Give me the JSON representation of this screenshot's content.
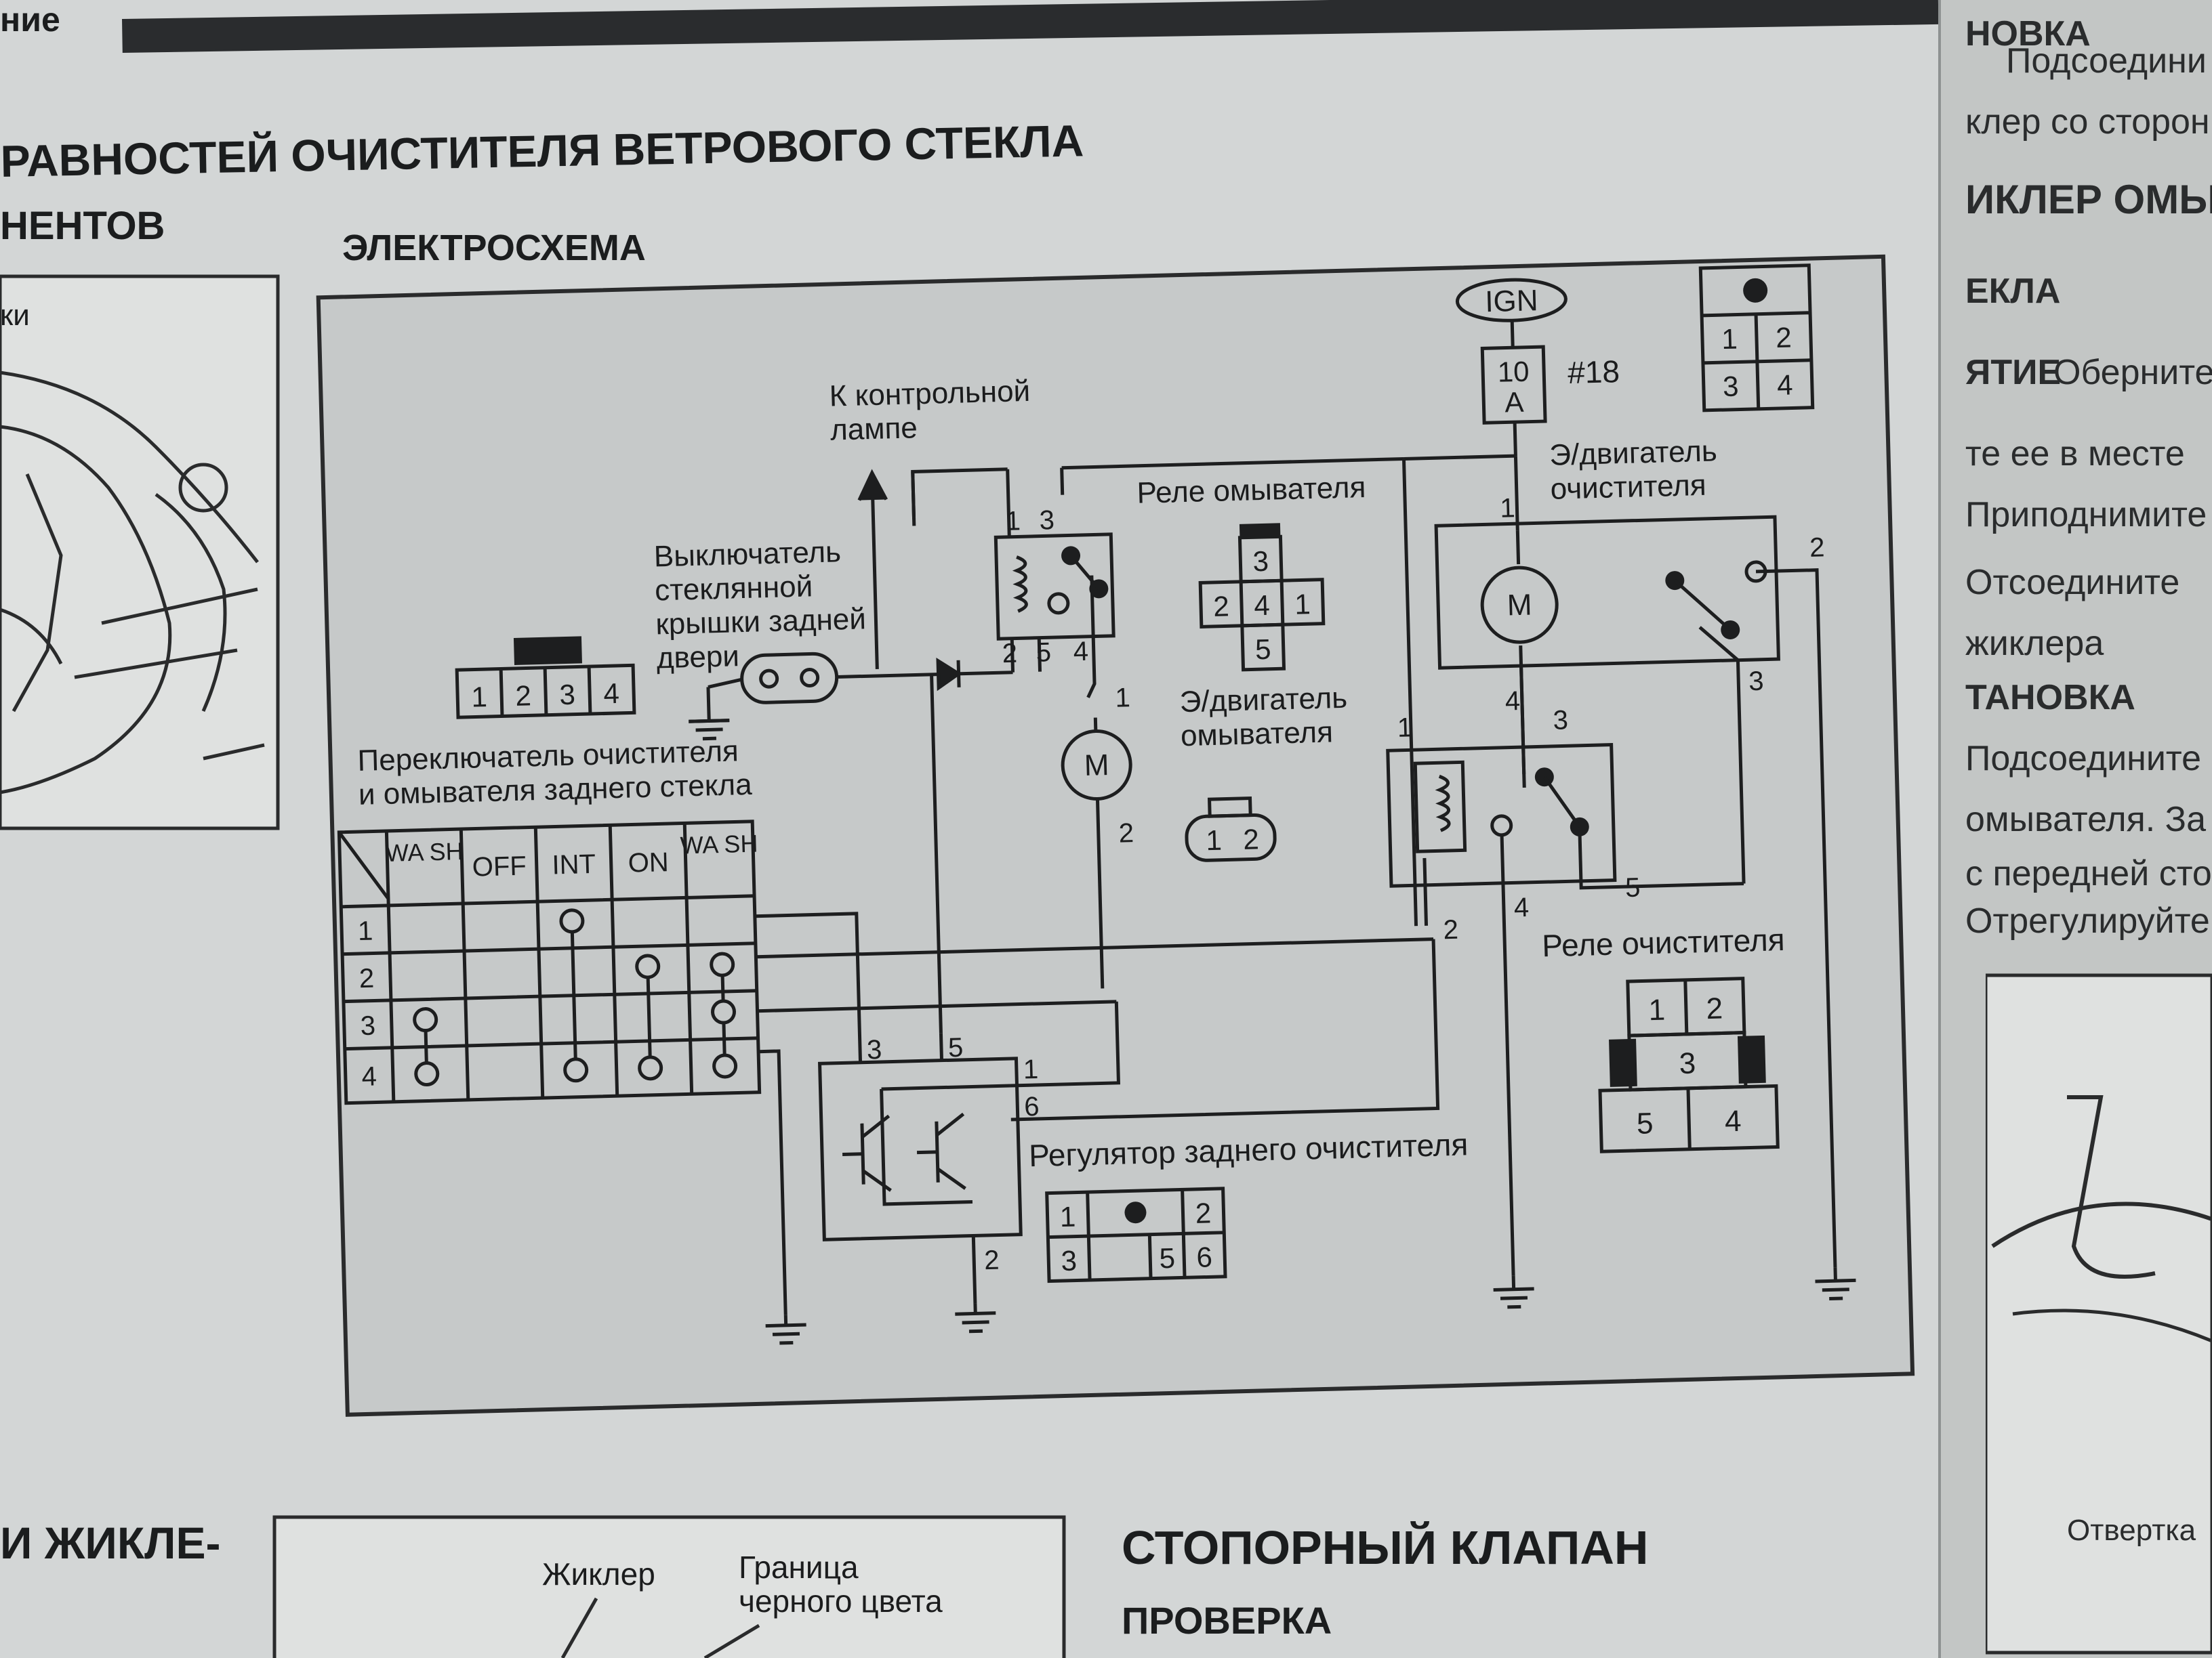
{
  "header": {
    "corner": "ние",
    "title": "РАВНОСТЕЙ ОЧИСТИТЕЛЯ ВЕТРОВОГО СТЕКЛА",
    "subtitle_left": "НЕНТОВ",
    "subtitle": "ЭЛЕКТРОСХЕМА",
    "left_fig_label": "ки"
  },
  "diagram": {
    "ign": "IGN",
    "fuse": {
      "amps": "10",
      "unit": "A",
      "num": "#18"
    },
    "lamp_label": [
      "К контрольной",
      "лампе"
    ],
    "door_switch_label": [
      "Выключатель",
      "стеклянной",
      "крышки задней",
      "двери"
    ],
    "washer_relay_title": "Реле омывателя",
    "washer_motor_title": [
      "Э/двигатель",
      "омывателя"
    ],
    "wiper_motor_title": [
      "Э/двигатель",
      "очистителя"
    ],
    "wiper_relay_title": "Реле очистителя",
    "switch_title": [
      "Переключатель очистителя",
      "и омывателя заднего стекла"
    ],
    "regulator_title": "Регулятор заднего очистителя",
    "motor_symbol": "M",
    "switch_table": {
      "columns": [
        "WA SH",
        "OFF",
        "INT",
        "ON",
        "WA SH"
      ],
      "rows": [
        "1",
        "2",
        "3",
        "4"
      ]
    },
    "connector_4pin": [
      "1",
      "2",
      "3",
      "4"
    ],
    "connector_2x2": [
      "1",
      "2",
      "3",
      "4"
    ],
    "connector_cross": [
      "3",
      "2",
      "4",
      "1",
      "5"
    ],
    "connector_2pin": [
      "1",
      "2"
    ],
    "connector_wiper_relay": [
      "1",
      "2",
      "3",
      "5",
      "4"
    ],
    "connector_regulator": [
      "1",
      "2",
      "3",
      "5",
      "6"
    ],
    "pins": {
      "wr_1": "1",
      "wr_3": "3",
      "wr_2": "2",
      "wr_5": "5",
      "wr_4": "4",
      "wm_1": "1",
      "wm_2": "2",
      "mot_1": "1",
      "mot_2": "2",
      "mot_4": "4",
      "mot_3": "3",
      "rel_1": "1",
      "rel_3": "3",
      "rel_5": "5",
      "rel_4": "4",
      "rel_2": "2",
      "reg_3": "3",
      "reg_5": "5",
      "reg_1": "1",
      "reg_6": "6",
      "reg_2": "2"
    }
  },
  "bottom": {
    "left_heading": "И ЖИКЛЕ-",
    "fig_label_1": "Жиклер",
    "fig_label_2": [
      "Граница",
      "черного цвета"
    ],
    "heading": "СТОПОРНЫЙ КЛАПАН",
    "subheading": "ПРОВЕРКА"
  },
  "right_page": {
    "lines": [
      "НОВКА",
      "Подсоедини",
      "клер со сторон",
      "ИКЛЕР ОМЫВАТ",
      "ЕКЛА",
      "ЯТИЕ",
      "Оберните отве",
      "те ее в месте",
      "Приподнимите",
      "Отсоедините",
      "жиклера",
      "ТАНОВКА",
      "Подсоедините",
      "омывателя. За",
      "с передней сто",
      "Отрегулируйте",
      "Отвертка"
    ]
  }
}
